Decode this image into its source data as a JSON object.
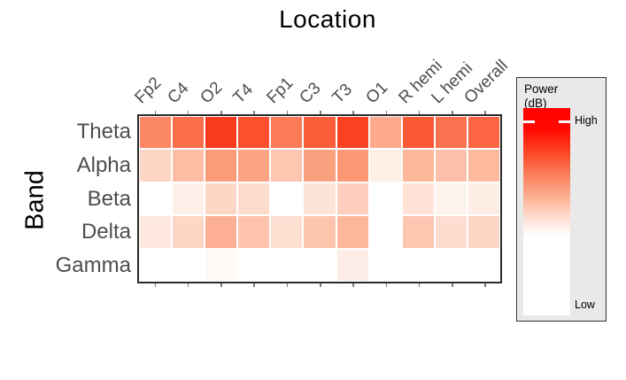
{
  "chart_data": {
    "type": "heatmap",
    "title": "Location",
    "xlabel": "Location",
    "ylabel": "Band",
    "columns": [
      "Fp2",
      "C4",
      "O2",
      "T4",
      "Fp1",
      "C3",
      "T3",
      "O1",
      "R hemi",
      "L hemi",
      "Overall"
    ],
    "rows": [
      "Theta",
      "Alpha",
      "Beta",
      "Delta",
      "Gamma"
    ],
    "values_relative": [
      [
        0.55,
        0.62,
        0.82,
        0.75,
        0.57,
        0.7,
        0.79,
        0.38,
        0.72,
        0.6,
        0.66
      ],
      [
        0.18,
        0.27,
        0.42,
        0.39,
        0.24,
        0.4,
        0.43,
        0.07,
        0.32,
        0.27,
        0.3
      ],
      [
        0.0,
        0.06,
        0.17,
        0.15,
        0.0,
        0.12,
        0.2,
        0.0,
        0.12,
        0.05,
        0.08
      ],
      [
        0.1,
        0.17,
        0.34,
        0.26,
        0.13,
        0.25,
        0.3,
        0.0,
        0.24,
        0.15,
        0.18
      ],
      [
        0.0,
        0.0,
        0.02,
        0.0,
        0.0,
        0.0,
        0.08,
        0.0,
        0.0,
        0.0,
        0.0
      ]
    ],
    "cell_colors": [
      [
        "#fc8765",
        "#fb6f4b",
        "#fa3b1d",
        "#fb4f2e",
        "#fc7c5a",
        "#fb5c3a",
        "#fa4223",
        "#fda98c",
        "#fb5836",
        "#fc7250",
        "#fb6541"
      ],
      [
        "#fdd5c4",
        "#fdbda4",
        "#fc9b78",
        "#fca384",
        "#fdc6b0",
        "#fca180",
        "#fc9876",
        "#feefe7",
        "#fdb799",
        "#fdc0ab",
        "#fdba9f"
      ],
      [
        "#ffffff",
        "#fef0e8",
        "#fdd7c6",
        "#fddccc",
        "#ffffff",
        "#fee4d7",
        "#fdcfbc",
        "#ffffff",
        "#fee3d6",
        "#fef2ec",
        "#feede4"
      ],
      [
        "#fee8e0",
        "#fdd6c6",
        "#fcaf93",
        "#fdc3ac",
        "#fedfd2",
        "#fdc4ae",
        "#fcb79b",
        "#ffffff",
        "#fdc7b1",
        "#fedcd0",
        "#fdd5c5"
      ],
      [
        "#ffffff",
        "#ffffff",
        "#fff9f6",
        "#ffffff",
        "#ffffff",
        "#ffffff",
        "#feede6",
        "#ffffff",
        "#ffffff",
        "#ffffff",
        "#ffffff"
      ]
    ],
    "legend": {
      "title_line1": "Power",
      "title_line2": "(dB)",
      "high_label": "High",
      "low_label": "Low",
      "high_color": "#ff0000",
      "low_color": "#ffffff",
      "gradient_stops": [
        {
          "color": "#ff0000",
          "pos": 0
        },
        {
          "color": "#ff0800",
          "pos": 10
        },
        {
          "color": "#fb4a27",
          "pos": 22
        },
        {
          "color": "#fc7e5b",
          "pos": 32
        },
        {
          "color": "#fdb598",
          "pos": 44
        },
        {
          "color": "#fee3d9",
          "pos": 54
        },
        {
          "color": "#ffffff",
          "pos": 62
        },
        {
          "color": "#ffffff",
          "pos": 100
        }
      ],
      "high_tick_pos_pct": 6
    },
    "layout": {
      "grid": "off",
      "legend_position": "right",
      "x_tick_rotation_deg": -45
    }
  }
}
